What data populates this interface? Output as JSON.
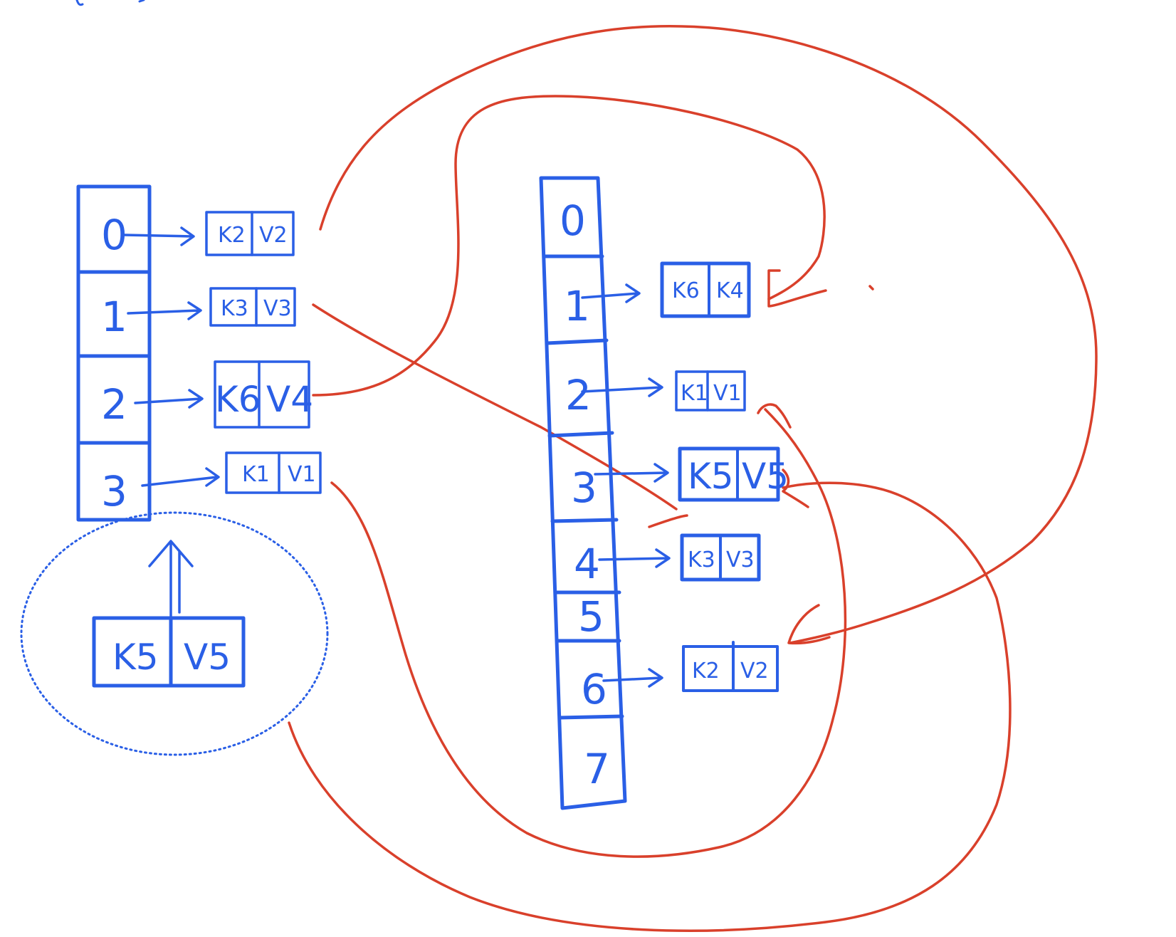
{
  "colors": {
    "ink_blue": "#2a5fe6",
    "ink_red": "#d9402b",
    "background": "#ffffff"
  },
  "old_table": {
    "indices": [
      "0",
      "1",
      "2",
      "3"
    ],
    "entries": [
      {
        "key": "K2",
        "value": "V2"
      },
      {
        "key": "K3",
        "value": "V3"
      },
      {
        "key": "K6",
        "value": "V4"
      },
      {
        "key": "K1",
        "value": "V1"
      }
    ]
  },
  "new_entry": {
    "key": "K5",
    "value": "V5"
  },
  "new_table": {
    "indices": [
      "0",
      "1",
      "2",
      "3",
      "4",
      "5",
      "6",
      "7"
    ],
    "entries": [
      {
        "slot": "1",
        "key": "K6",
        "value": "K4"
      },
      {
        "slot": "2",
        "key": "K1",
        "value": "V1"
      },
      {
        "slot": "3",
        "key": "K5",
        "value": "V5"
      },
      {
        "slot": "4",
        "key": "K3",
        "value": "V3"
      },
      {
        "slot": "6",
        "key": "K2",
        "value": "V2"
      }
    ]
  }
}
